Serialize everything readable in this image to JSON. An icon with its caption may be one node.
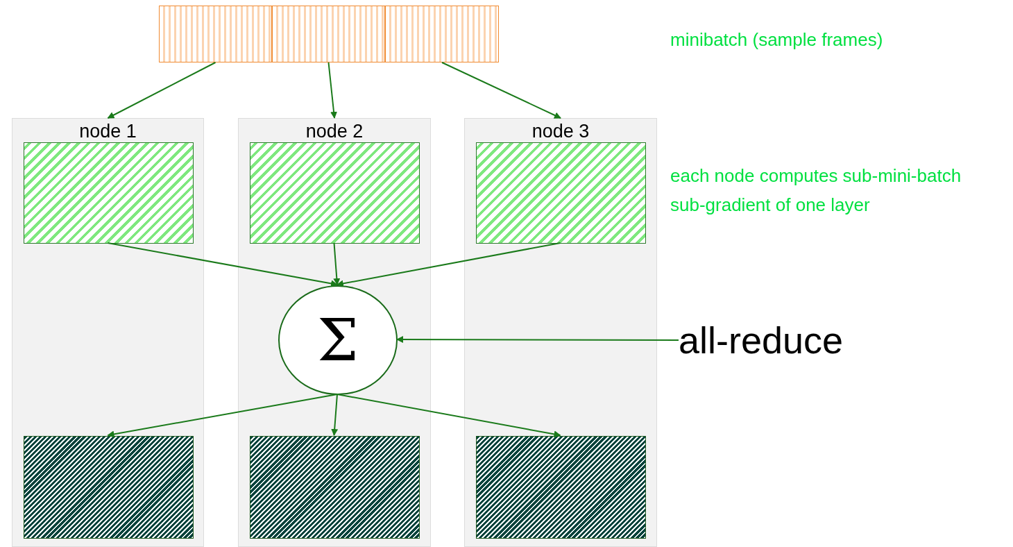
{
  "diagram": {
    "nodes": [
      {
        "text": [],
        "shape": "bar"
      },
      {
        "text": [],
        "shape": "bar"
      },
      {
        "text": [],
        "shape": "bar"
      },
      {
        "text": [
          "node 1"
        ]
      },
      {
        "text": [],
        "shape": "box",
        "in": 3
      },
      {
        "text": [],
        "shape": "box",
        "in": 3
      },
      {
        "text": [
          "node 2"
        ]
      },
      {
        "text": [],
        "shape": "box",
        "in": 6
      },
      {
        "text": [
          "Σ"
        ],
        "in": 6
      },
      {
        "text": [],
        "shape": "box",
        "in": 6
      },
      {
        "text": [
          "node 3"
        ]
      },
      {
        "text": [],
        "shape": "box",
        "in": 10
      },
      {
        "text": [],
        "shape": "box",
        "in": 10
      },
      {
        "text": [
          "all-reduce"
        ]
      }
    ],
    "edges": [
      {
        "from": 0,
        "to": 3,
        "arrow": "to"
      },
      {
        "from": 1,
        "to": 6,
        "arrow": "to"
      },
      {
        "from": 2,
        "to": 10,
        "arrow": "to"
      },
      {
        "from": 4,
        "to": 8,
        "arrow": "to"
      },
      {
        "from": 7,
        "to": 8,
        "arrow": "to"
      },
      {
        "from": 11,
        "to": 8,
        "arrow": "to"
      },
      {
        "from": 8,
        "to": 5,
        "arrow": "to"
      },
      {
        "from": 8,
        "to": 9,
        "arrow": "to"
      },
      {
        "from": 8,
        "to": 12,
        "arrow": "to"
      },
      {
        "from": 13,
        "to": 8,
        "arrow": "to"
      }
    ],
    "labels": [
      "minibatch (sample frames)",
      "each node computes sub-mini-batch sub-gradient of one layer"
    ]
  }
}
